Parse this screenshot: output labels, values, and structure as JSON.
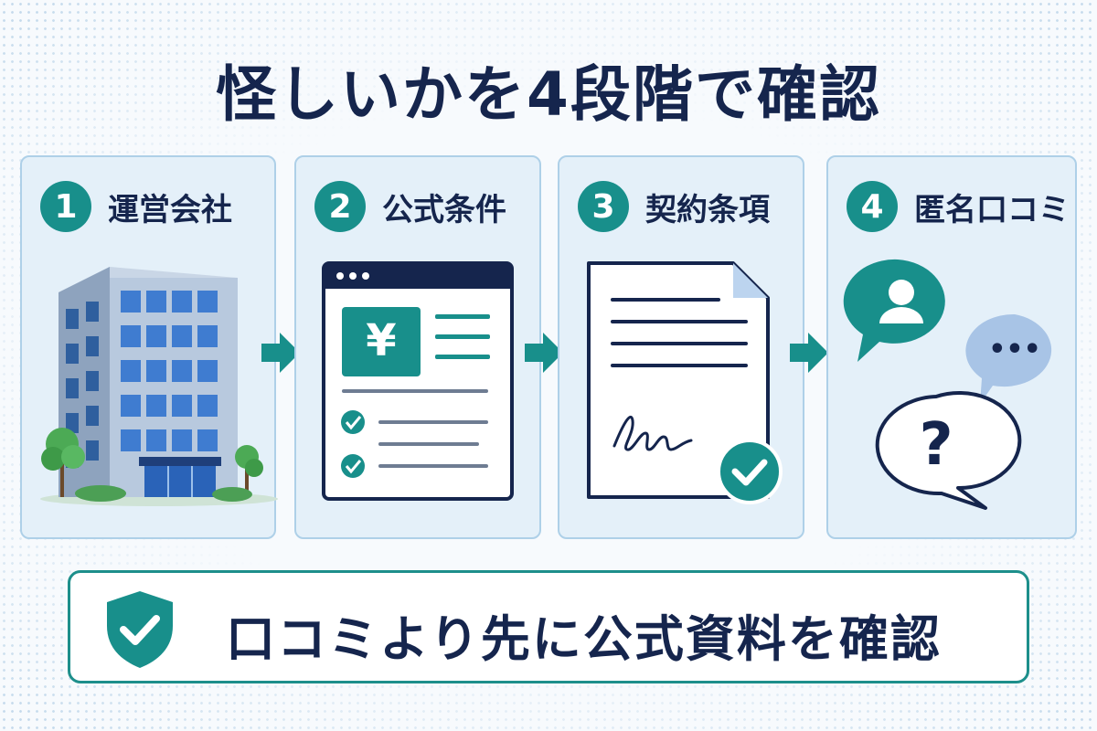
{
  "title": "怪しいかを4段階で確認",
  "steps": [
    {
      "number": "1",
      "label": "運営会社",
      "icon": "office-building"
    },
    {
      "number": "2",
      "label": "公式条件",
      "icon": "yen-checklist-window"
    },
    {
      "number": "3",
      "label": "契約条項",
      "icon": "signed-contract"
    },
    {
      "number": "4",
      "label": "匿名口コミ",
      "icon": "review-speech-bubbles"
    }
  ],
  "doc_card": {
    "currency_symbol": "¥"
  },
  "reviews": {
    "ellipsis": "•••",
    "question": "?"
  },
  "footer": {
    "text": "口コミより先に公式資料を確認",
    "icon": "shield-check"
  },
  "colors": {
    "navy": "#15254d",
    "teal": "#188f8b",
    "card_bg": "#e4f0f9",
    "card_border": "#aed0e8"
  }
}
